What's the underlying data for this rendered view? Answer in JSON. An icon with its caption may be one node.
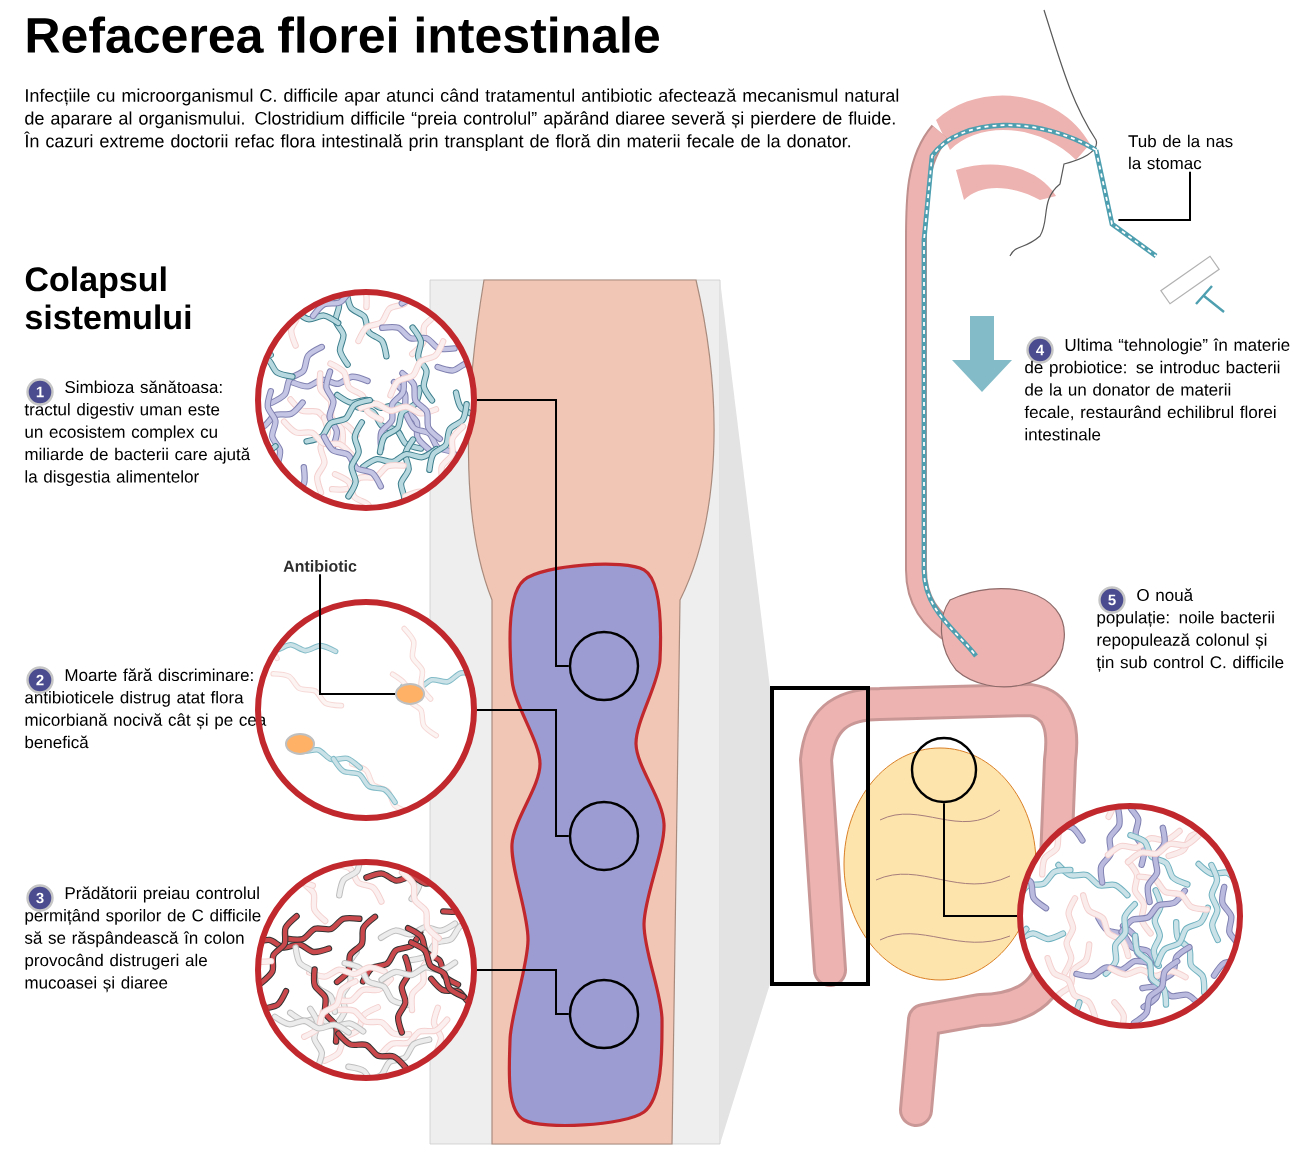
{
  "diagram": {
    "title": "Refacerea florei intestinale",
    "nodes": [
      {
        "text": [
          "1"
        ],
        "beside": [
          "Simbioza sănătoasa: tractul digestiv uman este un ecosistem complex cu miliarde de bacterii care ajută la disgestia alimentelor"
        ]
      },
      {
        "text": [],
        "shape": "circle"
      },
      {
        "text": [
          "Antibiotic"
        ]
      },
      {
        "text": [
          "2"
        ],
        "beside": [
          "Moarte fără discriminare: antibioticele distrug atat flora micorbiană nocivă cât și pe cea benefică"
        ]
      },
      {
        "text": [],
        "shape": "circle"
      },
      {
        "text": [
          "3"
        ],
        "beside": [
          "Prădătorii preiau controlul permițând sporilor de C difficile să se răspândească în colon provocând distrugeri ale mucoasei și diaree"
        ]
      },
      {
        "text": [],
        "shape": "circle"
      },
      {
        "text": [],
        "shape": "circle"
      },
      {
        "text": [],
        "shape": "circle"
      },
      {
        "text": [],
        "shape": "circle"
      },
      {
        "text": [
          "Tub de la nas la stomac"
        ]
      },
      {
        "text": [
          "4"
        ],
        "beside": [
          "Ultima “tehnologie” în materie de probiotice: se introduc bacterii de la un donator de materii fecale, restaurând echilibrul florei intestinale"
        ]
      },
      {
        "text": [
          "5"
        ],
        "beside": [
          "O nouă populație: noile bacterii repopulează colonul și țin sub control C. difficile"
        ]
      },
      {
        "text": [],
        "shape": "circle"
      },
      {
        "text": [],
        "shape": "circle"
      },
      {
        "text": [],
        "shape": "ellipse",
        "in": 4
      },
      {
        "text": [],
        "shape": "picture"
      }
    ],
    "edges": [
      {
        "from": 1,
        "to": 7,
        "arrow": "none"
      },
      {
        "from": 4,
        "to": 8,
        "arrow": "none"
      },
      {
        "from": 6,
        "to": 9,
        "arrow": "none"
      },
      {
        "from": 2,
        "to": 15,
        "arrow": "none"
      },
      {
        "from": 10,
        "to": 16,
        "arrow": "none"
      },
      {
        "from": 13,
        "to": 14,
        "arrow": "none"
      }
    ],
    "labels": [
      "Infecțiile cu microorganismul C. difficile apar atunci când tratamentul antibiotic afectează mecanismul natural de aparare al organismului. Clostridium difficile “preia controlul” apărând diaree severă și pierdere de fluide. În cazuri extreme doctorii refac flora intestinală prin transplant de floră din materii fecale de la donator.",
      "Colapsul sistemului"
    ]
  }
}
